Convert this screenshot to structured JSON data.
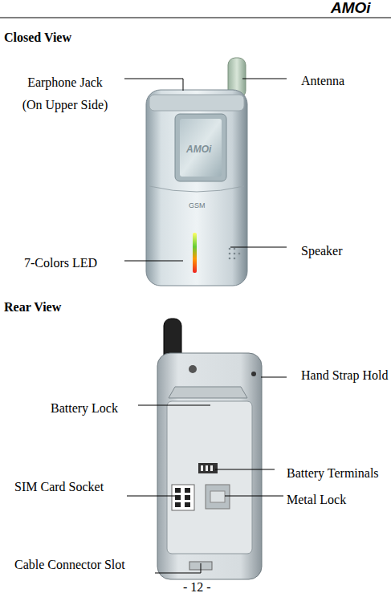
{
  "diagram": {
    "labels": [
      "AMOi",
      "Closed View",
      "Earphone Jack (On Upper Side)",
      "Antenna",
      "AMOi",
      "GSM",
      "7-Colors LED",
      "Speaker",
      "Rear View",
      "Hand Strap Hold",
      "Battery Lock",
      "Battery Terminals",
      "SIM Card Socket",
      "Metal Lock",
      "Cable Connector Slot",
      "- 12 -"
    ]
  }
}
